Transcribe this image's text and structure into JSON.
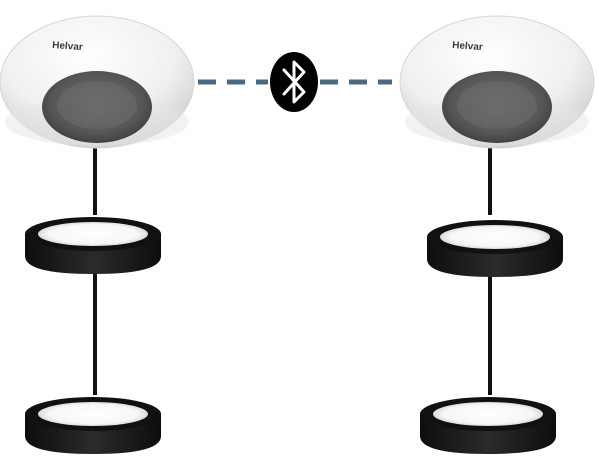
{
  "diagram": {
    "link_type": "bluetooth",
    "link_icon": "bluetooth-icon",
    "sensors": [
      {
        "brand": "Helvar",
        "icon": "ceiling-sensor"
      },
      {
        "brand": "Helvar",
        "icon": "ceiling-sensor"
      }
    ],
    "luminaires_per_sensor": 2,
    "colors": {
      "link_dash": "#4a6a82",
      "wire": "#111111",
      "bluetooth_badge": "#000000",
      "sensor_lens": "#5a5a5a",
      "luminaire_ring": "#1a1a1a"
    }
  }
}
